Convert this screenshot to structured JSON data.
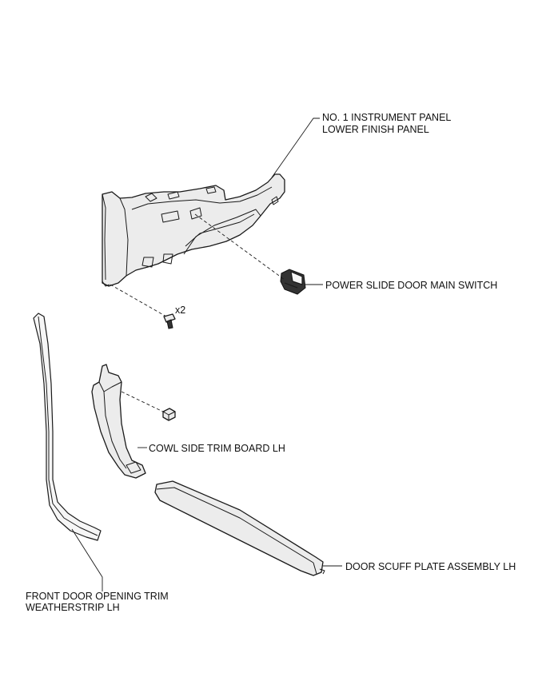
{
  "labels": {
    "instrument_panel_line1": "NO. 1 INSTRUMENT PANEL",
    "instrument_panel_line2": "LOWER FINISH PANEL",
    "power_slide_switch": "POWER SLIDE DOOR MAIN SWITCH",
    "screw_qty": "x2",
    "cowl_side_trim": "COWL SIDE TRIM BOARD LH",
    "door_scuff_plate": "DOOR SCUFF PLATE ASSEMBLY LH",
    "weatherstrip_line1": "FRONT DOOR OPENING TRIM",
    "weatherstrip_line2": "WEATHERSTRIP LH"
  }
}
